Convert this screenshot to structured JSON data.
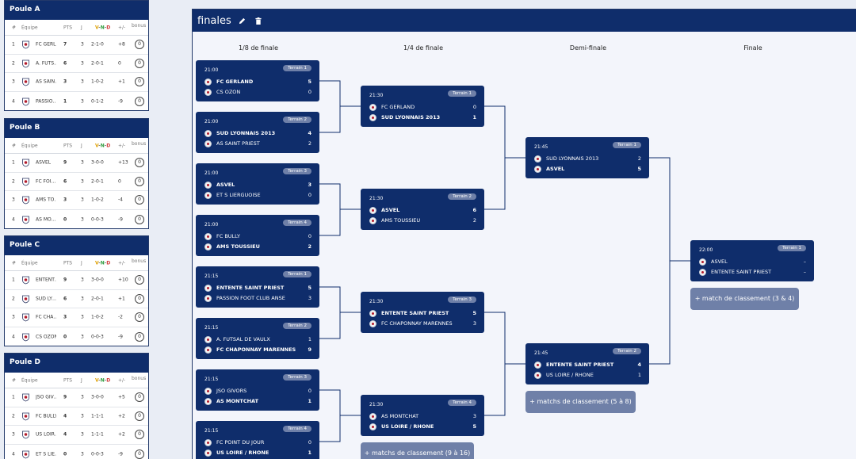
{
  "pools": [
    {
      "title": "Poule A",
      "headers": {
        "rank": "#",
        "team": "Équipe",
        "pts": "PTS",
        "j": "J",
        "v": "V",
        "n": "N",
        "d": "D",
        "pm": "+/-",
        "bonus": "bonus"
      },
      "rows": [
        {
          "rank": "1",
          "team": "FC GERL…",
          "pts": "7",
          "j": "3",
          "vnd": "2-1-0",
          "pm": "+8",
          "bonus": "0"
        },
        {
          "rank": "2",
          "team": "A. FUTS…",
          "pts": "6",
          "j": "3",
          "vnd": "2-0-1",
          "pm": "0",
          "bonus": "0"
        },
        {
          "rank": "3",
          "team": "AS SAIN…",
          "pts": "3",
          "j": "3",
          "vnd": "1-0-2",
          "pm": "+1",
          "bonus": "0"
        },
        {
          "rank": "4",
          "team": "PASSIO…",
          "pts": "1",
          "j": "3",
          "vnd": "0-1-2",
          "pm": "-9",
          "bonus": "0"
        }
      ]
    },
    {
      "title": "Poule B",
      "headers": {
        "rank": "#",
        "team": "Équipe",
        "pts": "PTS",
        "j": "J",
        "v": "V",
        "n": "N",
        "d": "D",
        "pm": "+/-",
        "bonus": "bonus"
      },
      "rows": [
        {
          "rank": "1",
          "team": "ASVEL",
          "pts": "9",
          "j": "3",
          "vnd": "3-0-0",
          "pm": "+13",
          "bonus": "0"
        },
        {
          "rank": "2",
          "team": "FC FOI…",
          "pts": "6",
          "j": "3",
          "vnd": "2-0-1",
          "pm": "0",
          "bonus": "0"
        },
        {
          "rank": "3",
          "team": "AMS TO…",
          "pts": "3",
          "j": "3",
          "vnd": "1-0-2",
          "pm": "-4",
          "bonus": "0"
        },
        {
          "rank": "4",
          "team": "AS MO…",
          "pts": "0",
          "j": "3",
          "vnd": "0-0-3",
          "pm": "-9",
          "bonus": "0"
        }
      ]
    },
    {
      "title": "Poule C",
      "headers": {
        "rank": "#",
        "team": "Équipe",
        "pts": "PTS",
        "j": "J",
        "v": "V",
        "n": "N",
        "d": "D",
        "pm": "+/-",
        "bonus": "bonus"
      },
      "rows": [
        {
          "rank": "1",
          "team": "ENTENT…",
          "pts": "9",
          "j": "3",
          "vnd": "3-0-0",
          "pm": "+10",
          "bonus": "0"
        },
        {
          "rank": "2",
          "team": "SUD LY…",
          "pts": "6",
          "j": "3",
          "vnd": "2-0-1",
          "pm": "+1",
          "bonus": "0"
        },
        {
          "rank": "3",
          "team": "FC CHA…",
          "pts": "3",
          "j": "3",
          "vnd": "1-0-2",
          "pm": "-2",
          "bonus": "0"
        },
        {
          "rank": "4",
          "team": "CS OZON",
          "pts": "0",
          "j": "3",
          "vnd": "0-0-3",
          "pm": "-9",
          "bonus": "0"
        }
      ]
    },
    {
      "title": "Poule D",
      "headers": {
        "rank": "#",
        "team": "Équipe",
        "pts": "PTS",
        "j": "J",
        "v": "V",
        "n": "N",
        "d": "D",
        "pm": "+/-",
        "bonus": "bonus"
      },
      "rows": [
        {
          "rank": "1",
          "team": "JSO GIV…",
          "pts": "9",
          "j": "3",
          "vnd": "3-0-0",
          "pm": "+5",
          "bonus": "0"
        },
        {
          "rank": "2",
          "team": "FC BULLY",
          "pts": "4",
          "j": "3",
          "vnd": "1-1-1",
          "pm": "+2",
          "bonus": "0"
        },
        {
          "rank": "3",
          "team": "US LOIR…",
          "pts": "4",
          "j": "3",
          "vnd": "1-1-1",
          "pm": "+2",
          "bonus": "0"
        },
        {
          "rank": "4",
          "team": "ET S LIE…",
          "pts": "0",
          "j": "3",
          "vnd": "0-0-3",
          "pm": "-9",
          "bonus": "0"
        }
      ]
    }
  ],
  "finals": {
    "title": "finales",
    "edit_icon": "pencil-icon",
    "delete_icon": "trash-icon",
    "rounds": [
      "1/8 de finale",
      "1/4 de finale",
      "Demi-finale",
      "Finale"
    ],
    "matches": [
      {
        "time": "21:00",
        "terrain": "Terrain 1",
        "t1": "FC GERLAND",
        "s1": "5",
        "t2": "CS OZON",
        "s2": "0",
        "win": 1
      },
      {
        "time": "21:00",
        "terrain": "Terrain 2",
        "t1": "SUD LYONNAIS 2013",
        "s1": "4",
        "t2": "AS SAINT PRIEST",
        "s2": "2",
        "win": 1
      },
      {
        "time": "21:00",
        "terrain": "Terrain 3",
        "t1": "ASVEL",
        "s1": "3",
        "t2": "ET S LIERGUOISE",
        "s2": "0",
        "win": 1
      },
      {
        "time": "21:00",
        "terrain": "Terrain 4",
        "t1": "FC BULLY",
        "s1": "0",
        "t2": "AMS TOUSSIEU",
        "s2": "2",
        "win": 2
      },
      {
        "time": "21:15",
        "terrain": "Terrain 1",
        "t1": "ENTENTE SAINT PRIEST",
        "s1": "5",
        "t2": "PASSION FOOT CLUB ANSE",
        "s2": "3",
        "win": 1
      },
      {
        "time": "21:15",
        "terrain": "Terrain 2",
        "t1": "A. FUTSAL DE VAULX",
        "s1": "1",
        "t2": "FC CHAPONNAY MARENNES",
        "s2": "9",
        "win": 2
      },
      {
        "time": "21:15",
        "terrain": "Terrain 3",
        "t1": "JSO GIVORS",
        "s1": "0",
        "t2": "AS MONTCHAT",
        "s2": "1",
        "win": 2
      },
      {
        "time": "21:15",
        "terrain": "Terrain 4",
        "t1": "FC POINT DU JOUR",
        "s1": "0",
        "t2": "US LOIRE / RHONE",
        "s2": "1",
        "win": 2
      },
      {
        "time": "21:30",
        "terrain": "Terrain 1",
        "t1": "FC GERLAND",
        "s1": "0",
        "t2": "SUD LYONNAIS 2013",
        "s2": "1",
        "win": 2
      },
      {
        "time": "21:30",
        "terrain": "Terrain 2",
        "t1": "ASVEL",
        "s1": "6",
        "t2": "AMS TOUSSIEU",
        "s2": "2",
        "win": 1
      },
      {
        "time": "21:30",
        "terrain": "Terrain 3",
        "t1": "ENTENTE SAINT PRIEST",
        "s1": "5",
        "t2": "FC CHAPONNAY MARENNES",
        "s2": "3",
        "win": 1
      },
      {
        "time": "21:30",
        "terrain": "Terrain 4",
        "t1": "AS MONTCHAT",
        "s1": "3",
        "t2": "US LOIRE / RHONE",
        "s2": "5",
        "win": 2
      },
      {
        "time": "21:45",
        "terrain": "Terrain 1",
        "t1": "SUD LYONNAIS 2013",
        "s1": "2",
        "t2": "ASVEL",
        "s2": "5",
        "win": 2
      },
      {
        "time": "21:45",
        "terrain": "Terrain 2",
        "t1": "ENTENTE SAINT PRIEST",
        "s1": "4",
        "t2": "US LOIRE / RHONE",
        "s2": "1",
        "win": 1
      },
      {
        "time": "22:00",
        "terrain": "Terrain 1",
        "t1": "ASVEL",
        "s1": "–",
        "t2": "ENTENTE SAINT PRIEST",
        "s2": "–",
        "win": 0
      }
    ],
    "buttons": {
      "b34": "+ match de classement (3 & 4)",
      "b58": "+ matchs de classement (5 à 8)",
      "b916": "+ matchs de classement (9 à 16)"
    }
  },
  "colors": {
    "navy": "#0f2d6b",
    "badge": "#6f80a8",
    "v": "#e0a000",
    "n": "#2a9a3a",
    "d": "#d03a3a"
  }
}
